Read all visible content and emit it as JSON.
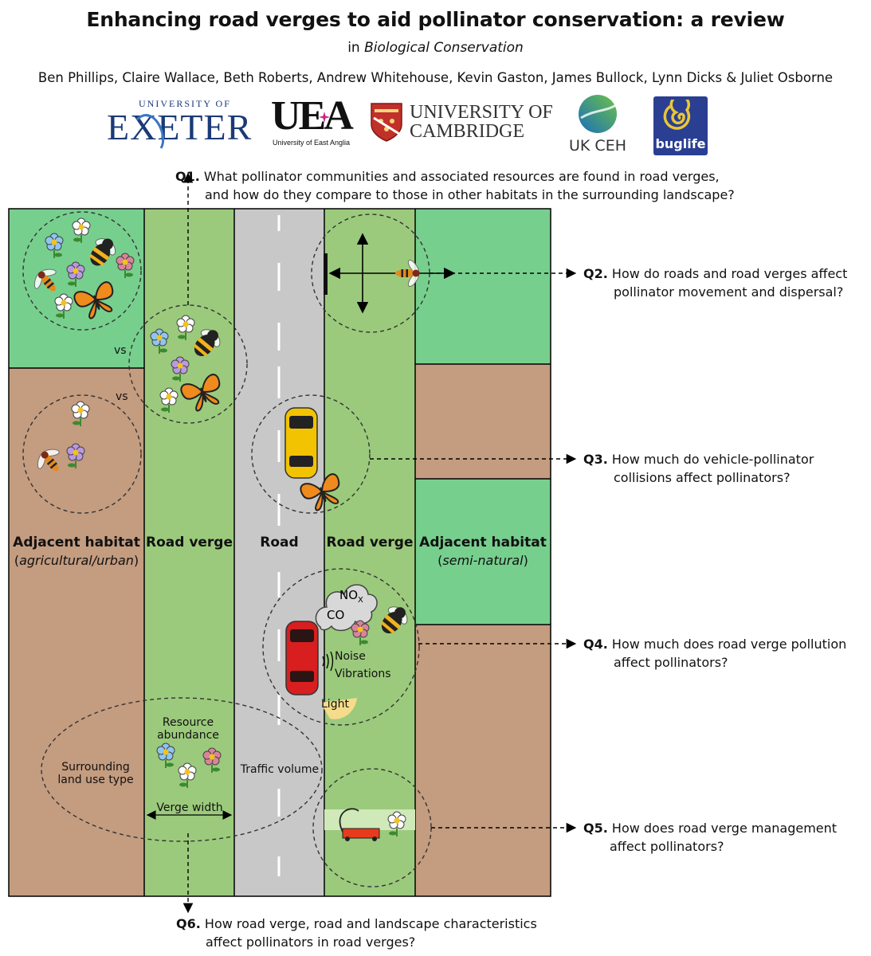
{
  "header": {
    "title": "Enhancing road verges to aid pollinator conservation: a review",
    "journal_prefix": "in",
    "journal_name": "Biological Conservation",
    "authors": "Ben Phillips, Claire Wallace, Beth Roberts, Andrew Whitehouse, Kevin Gaston, James Bullock, Lynn Dicks & Juliet Osborne"
  },
  "logos": {
    "exeter_top": "UNIVERSITY OF",
    "exeter_main": "EXETER",
    "uea_main": "UEA",
    "uea_sub": "University of East Anglia",
    "cambridge_line1": "UNIVERSITY OF",
    "cambridge_line2": "CAMBRIDGE",
    "ukceh": "UK CEH",
    "buglife": "buglife"
  },
  "questions": {
    "q1": {
      "num": "Q1.",
      "line1": "What pollinator communities and associated resources are found in road verges,",
      "line2": "and how do they compare to those in other habitats in the surrounding landscape?"
    },
    "q2": {
      "num": "Q2.",
      "line1": "How do roads and road verges affect",
      "line2": "pollinator movement and dispersal?"
    },
    "q3": {
      "num": "Q3.",
      "line1": "How much do vehicle-pollinator",
      "line2": "collisions affect pollinators?"
    },
    "q4": {
      "num": "Q4.",
      "line1": "How much does road verge pollution",
      "line2": "affect pollinators?"
    },
    "q5": {
      "num": "Q5.",
      "line1": "How does road verge management",
      "line2": "affect pollinators?"
    },
    "q6": {
      "num": "Q6.",
      "line1": "How road verge, road and landscape characteristics",
      "line2": "affect pollinators in road verges?"
    }
  },
  "zones": {
    "adjacent_left": {
      "label": "Adjacent habitat",
      "sub_open": "(",
      "sub": "agricultural/urban",
      "sub_close": ")"
    },
    "verge_left": {
      "label": "Road verge"
    },
    "road": {
      "label": "Road"
    },
    "verge_right": {
      "label": "Road verge"
    },
    "adjacent_right": {
      "label": "Adjacent habitat",
      "sub_open": "(",
      "sub": "semi-natural",
      "sub_close": ")"
    }
  },
  "annotations": {
    "vs1": "vs",
    "vs2": "vs",
    "nox": "NO",
    "nox_sub": "X",
    "co": "CO",
    "noise": "Noise",
    "vibrations": "Vibrations",
    "light": "Light",
    "resource_abundance_1": "Resource",
    "resource_abundance_2": "abundance",
    "surrounding_1": "Surrounding",
    "surrounding_2": "land use type",
    "traffic_volume": "Traffic volume",
    "verge_width": "Verge width"
  },
  "colors": {
    "semi_natural_green": "#77cf8e",
    "verge_green": "#9bca7c",
    "road_grey": "#c8c8c8",
    "agricultural_brown": "#c49c80",
    "exeter_blue": "#1a3a78",
    "cambridge_red": "#c2302a",
    "buglife_blue": "#2a3f92",
    "monarch_orange": "#ef8a1c",
    "car_yellow": "#f2c300",
    "car_red": "#d81e1e"
  }
}
